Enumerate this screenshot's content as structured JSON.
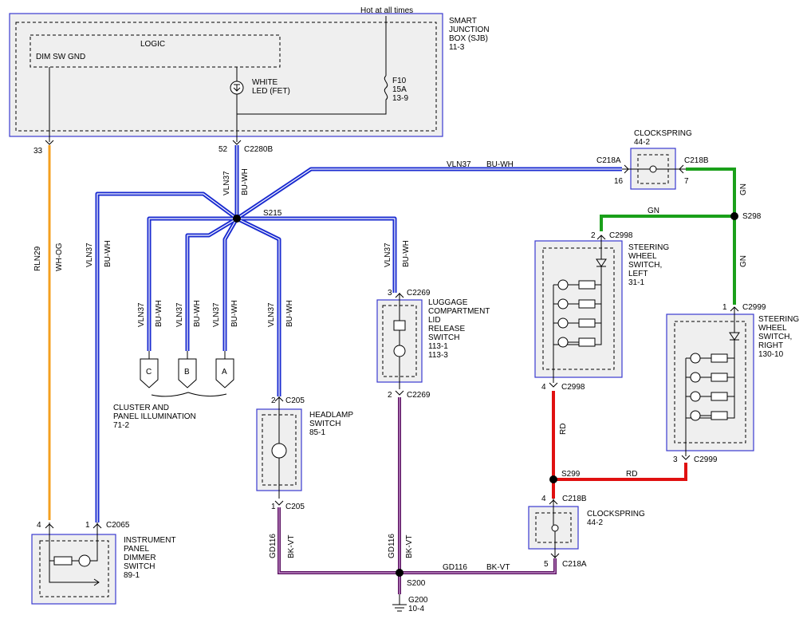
{
  "sjb": {
    "title_line1": "SMART",
    "title_line2": "JUNCTION",
    "title_line3": "BOX (SJB)",
    "ref": "11-3",
    "logic": "LOGIC",
    "dim_sw_gnd": "DIM SW GND",
    "led_line1": "WHITE",
    "led_line2": "LED (FET)",
    "fuse_line1": "F10",
    "fuse_line2": "15A",
    "fuse_line3": "13-9",
    "hot": "Hot at all times"
  },
  "pins": {
    "p33": "33",
    "p52": "52",
    "c2280b": "C2280B",
    "p4a": "4",
    "p1a": "1",
    "c2065": "C2065",
    "c218a_top": "C218A",
    "p16": "16",
    "c218b_top": "C218B",
    "p7": "7",
    "p2b": "2",
    "c2998_top": "C2998",
    "p4b": "4",
    "c2998_bot": "C2998",
    "p1b": "1",
    "c2999_top": "C2999",
    "p3b": "3",
    "c2999_bot": "C2999",
    "p3c": "3",
    "c2269_top": "C2269",
    "p2c": "2",
    "c2269_bot": "C2269",
    "p2d": "2",
    "c205_top": "C205",
    "p1d": "1",
    "c205_bot": "C205",
    "p4c": "4",
    "c218b_bot": "C218B",
    "p5": "5",
    "c218a_bot": "C218A"
  },
  "splices": {
    "s215": "S215",
    "s298": "S298",
    "s299": "S299",
    "s200": "S200",
    "g200": "G200",
    "g200_ref": "10-4"
  },
  "wires": {
    "rln29": "RLN29",
    "wh_og": "WH-OG",
    "vln37": "VLN37",
    "bu_wh": "BU-WH",
    "gn": "GN",
    "rd": "RD",
    "gd116": "GD116",
    "bk_vt": "BK-VT"
  },
  "components": {
    "clockspring_top": {
      "l1": "CLOCKSPRING",
      "l2": "44-2"
    },
    "clockspring_bot": {
      "l1": "CLOCKSPRING",
      "l2": "44-2"
    },
    "sws_left": {
      "l1": "STEERING",
      "l2": "WHEEL",
      "l3": "SWITCH,",
      "l4": "LEFT",
      "l5": "31-1"
    },
    "sws_right": {
      "l1": "STEERING",
      "l2": "WHEEL",
      "l3": "SWITCH,",
      "l4": "RIGHT",
      "l5": "130-10"
    },
    "luggage": {
      "l1": "LUGGAGE",
      "l2": "COMPARTMENT",
      "l3": "LID",
      "l4": "RELEASE",
      "l5": "SWITCH",
      "l6": "113-1",
      "l7": "113-3"
    },
    "headlamp": {
      "l1": "HEADLAMP",
      "l2": "SWITCH",
      "l3": "85-1"
    },
    "dimmer": {
      "l1": "INSTRUMENT",
      "l2": "PANEL",
      "l3": "DIMMER",
      "l4": "SWITCH",
      "l5": "89-1"
    },
    "cluster": {
      "l1": "CLUSTER AND",
      "l2": "PANEL ILLUMINATION",
      "l3": "71-2",
      "c": "C",
      "b": "B",
      "a": "A"
    }
  }
}
